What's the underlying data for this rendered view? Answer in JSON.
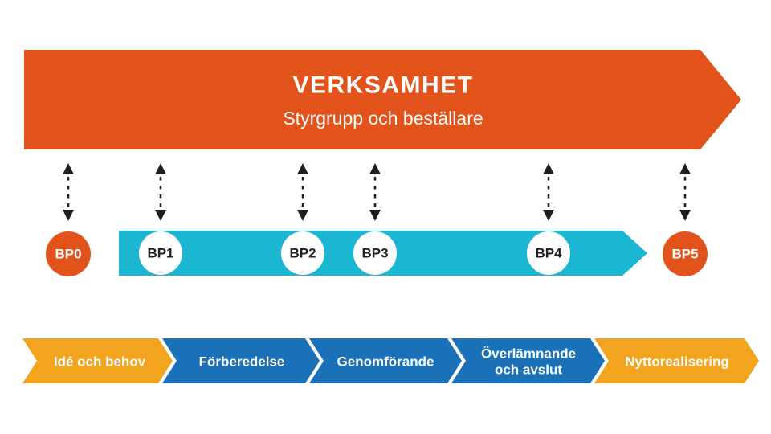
{
  "banner": {
    "title": "VERKSAMHET",
    "subtitle": "Styrgrupp och beställare"
  },
  "colors": {
    "orange": "#E2531B",
    "teal": "#1BB6D2",
    "blue": "#1A71B8",
    "amber": "#F2A41E",
    "white": "#FFFFFF",
    "connector_black": "#1E1E1E",
    "gate_text_dark": "#231F20"
  },
  "gates": {
    "items": [
      {
        "label": "BP0",
        "variant": "orange"
      },
      {
        "label": "BP1",
        "variant": "white"
      },
      {
        "label": "BP2",
        "variant": "white"
      },
      {
        "label": "BP3",
        "variant": "white"
      },
      {
        "label": "BP4",
        "variant": "white"
      },
      {
        "label": "BP5",
        "variant": "orange"
      }
    ]
  },
  "phases": {
    "items": [
      {
        "label": "Idé och behov",
        "color": "#F2A41E",
        "lines": [
          "Idé och behov"
        ]
      },
      {
        "label": "Förberedelse",
        "color": "#1A71B8",
        "lines": [
          "Förberedelse"
        ]
      },
      {
        "label": "Genomförande",
        "color": "#1A71B8",
        "lines": [
          "Genomförande"
        ]
      },
      {
        "label": "Överlämnande och avslut",
        "color": "#1A71B8",
        "lines": [
          "Överlämnande",
          "och avslut"
        ]
      },
      {
        "label": "Nyttorealisering",
        "color": "#F2A41E",
        "lines": [
          "Nyttorealisering"
        ]
      }
    ]
  }
}
